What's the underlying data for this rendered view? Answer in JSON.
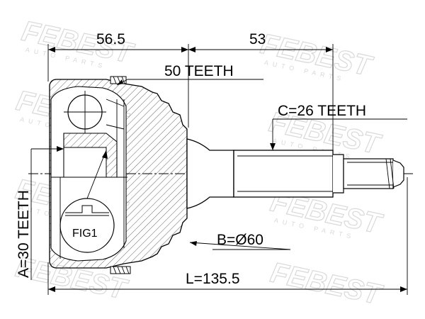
{
  "dimensions": {
    "left_length": "56.5",
    "right_length": "53",
    "total_length": "L=135.5",
    "outer_diameter": "B=Ø60",
    "outer_teeth": "50 TEETH",
    "inner_teeth": "A=30 TEETH",
    "shaft_teeth": "C=26 TEETH"
  },
  "callout": {
    "label": "FIG1"
  },
  "watermark": {
    "brand": "FEBEST",
    "tagline": "AUTO PARTS"
  }
}
